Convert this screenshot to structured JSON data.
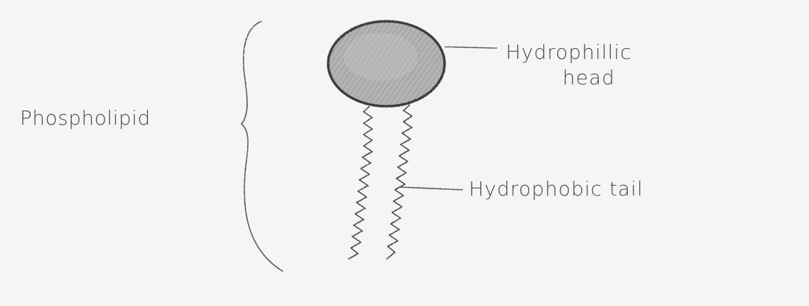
{
  "labels": {
    "molecule": "Phospholipid",
    "head_line1": "Hydrophillic",
    "head_line2": "head",
    "tail": "Hydrophobic tail"
  },
  "colors": {
    "paper": "#f5f5f3",
    "pencil": "#4a4a4a",
    "head_fill": "#a7a7a5"
  }
}
